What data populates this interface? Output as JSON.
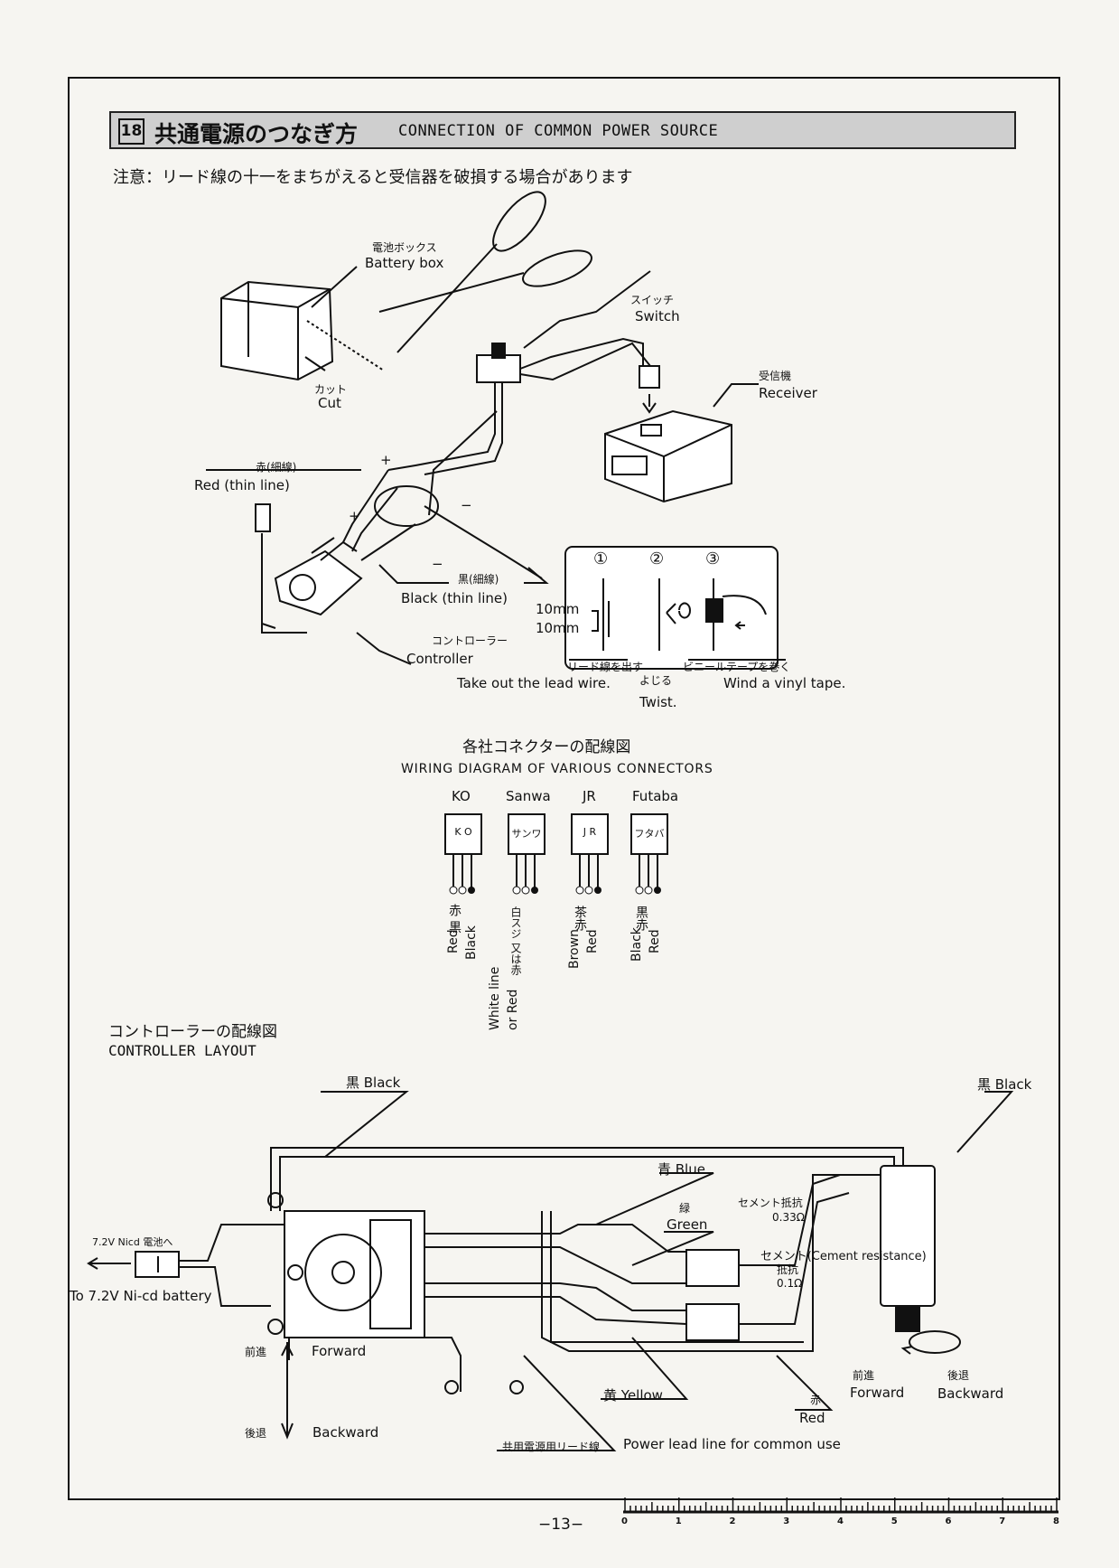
{
  "header": {
    "number": "18",
    "title_jp": "共通電源のつなぎ方",
    "title_en": "CONNECTION OF COMMON POWER SOURCE"
  },
  "caution": "注意：リード線の十一をまちがえると受信器を破損する場合があります",
  "diagram1": {
    "battery_jp": "電池ボックス",
    "battery_en": "Battery box",
    "cut_jp": "カット",
    "cut_en": "Cut",
    "switch_jp": "スイッチ",
    "switch_en": "Switch",
    "receiver_jp": "受信機",
    "receiver_en": "Receiver",
    "red_jp": "赤(細線)",
    "red_en": "Red (thin line)",
    "black_jp": "黒(細線)",
    "black_en": "Black (thin line)",
    "controller_jp": "コントローラー",
    "controller_en": "Controller",
    "plus": "+",
    "minus": "−"
  },
  "steps": {
    "n1": "①",
    "n2": "②",
    "n3": "③",
    "dim1": "10mm",
    "dim2": "10mm",
    "lead_jp": "リード線を出す",
    "lead_en": "Take out the lead wire.",
    "twist_jp": "よじる",
    "twist_en": "Twist.",
    "tape_jp": "ビニールテープを巻く",
    "tape_en": "Wind a vinyl tape."
  },
  "connectors": {
    "title_jp": "各社コネクターの配線図",
    "title_en": "WIRING DIAGRAM OF VARIOUS CONNECTORS",
    "items": [
      {
        "name": "KO",
        "label": "K O"
      },
      {
        "name": "Sanwa",
        "label": "サンワ"
      },
      {
        "name": "JR",
        "label": "J R"
      },
      {
        "name": "Futaba",
        "label": "フタバ"
      }
    ],
    "ko_jp": "赤 黒",
    "ko_red": "Red",
    "ko_black": "Black",
    "sanwa_jp": "白スジ 又は赤",
    "sanwa_en1": "White line",
    "sanwa_en2": "or Red",
    "jr_jp": "茶赤",
    "jr_brown": "Brown",
    "jr_red": "Red",
    "futaba_jp": "黒赤",
    "futaba_black": "Black",
    "futaba_red": "Red"
  },
  "layout": {
    "title_jp": "コントローラーの配線図",
    "title_en": "CONTROLLER  LAYOUT",
    "black_left": "黒 Black",
    "black_right": "黒 Black",
    "blue": "青 Blue",
    "green_jp": "緑",
    "green_en": "Green",
    "cement1_jp": "セメント抵抗",
    "cement1_val": "0.33Ω",
    "cement2_jp": "セメント(Cement resistance)",
    "cement2_jp2": "抵抗",
    "cement2_val": "0.1Ω",
    "battery_jp": "7.2V Nicd 電池へ",
    "battery_en": "To 7.2V Ni-cd battery",
    "forward_jp": "前進",
    "forward_en": "Forward",
    "backward_jp": "後退",
    "backward_en": "Backward",
    "yellow": "黄  Yellow",
    "red_jp": "赤",
    "red_en": "Red",
    "motor_fwd_jp": "前進",
    "motor_fwd_en": "Forward",
    "motor_bwd_jp": "後退",
    "motor_bwd_en": "Backward",
    "power_jp": "共用電源用リード線",
    "power_en": "Power lead line for common use"
  },
  "footer": {
    "page": "−13−",
    "ruler": [
      "0",
      "1",
      "2",
      "3",
      "4",
      "5",
      "6",
      "7",
      "8"
    ]
  }
}
